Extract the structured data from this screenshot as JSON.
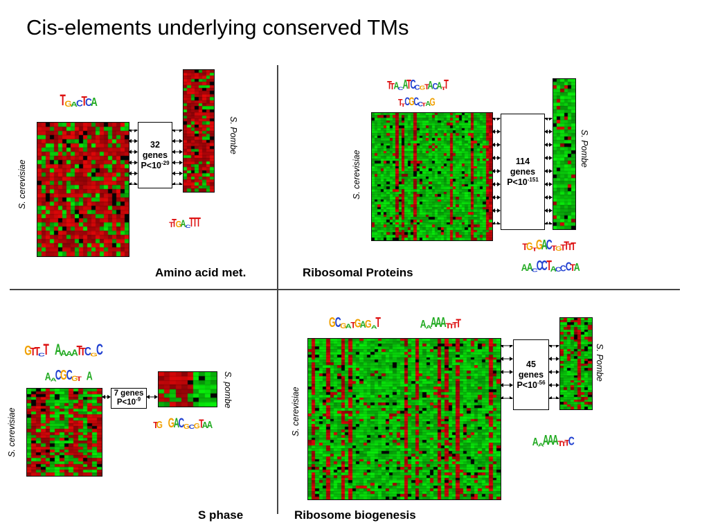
{
  "title": "Cis-elements underlying conserved TMs",
  "panels": {
    "amino": {
      "caption": "Amino acid met.",
      "box": {
        "genes": "32",
        "genes_word": "genes",
        "p_prefix": "P<10",
        "p_exp": "-29"
      },
      "sc_label": "S. cerevisiae",
      "sp_label": "S. Pombe",
      "motif_sc": "TGACTCA",
      "motif_sp": "TTGACTTT"
    },
    "ribo": {
      "caption": "Ribosomal Proteins",
      "box": {
        "genes": "114",
        "genes_word": "genes",
        "p_prefix": "P<10",
        "p_exp": "-151"
      },
      "sc_label": "S. cerevisiae",
      "sp_label": "S. Pombe",
      "motif_sc_1": "TTACATCCGTACATT",
      "motif_sc_2": "TTCGCCTAG",
      "motif_sp_1": "TGTGACTGTTTT",
      "motif_sp_2": "AACCCTACCCTA"
    },
    "sphase": {
      "caption": "S phase",
      "box": {
        "genes": "7 genes",
        "p_prefix": "P<10",
        "p_exp": "-9"
      },
      "sc_label": "S. cerevisiae",
      "sp_label": "S. pombe",
      "motif_sc_1": "GTTCT AAAATTCGC",
      "motif_sc_2": "AACGCGT A",
      "motif_sp": "TG GACGCGTAA"
    },
    "ribogen": {
      "caption": "Ribosome biogenesis",
      "box": {
        "genes": "45",
        "genes_word": "genes",
        "p_prefix": "P<10",
        "p_exp": "-56"
      },
      "sc_label": "S. cerevisiae",
      "sp_label": "S. Pombe",
      "motif_sc_1": "GCGATGAGAT",
      "motif_sc_2": "AAAAATTTT",
      "motif_sp": "AAAAATTTC"
    }
  },
  "colors": {
    "A": "#22aa22",
    "C": "#1f3fd0",
    "G": "#f0a000",
    "T": "#dd1111",
    "red": "#c0100e",
    "green": "#19c419"
  }
}
